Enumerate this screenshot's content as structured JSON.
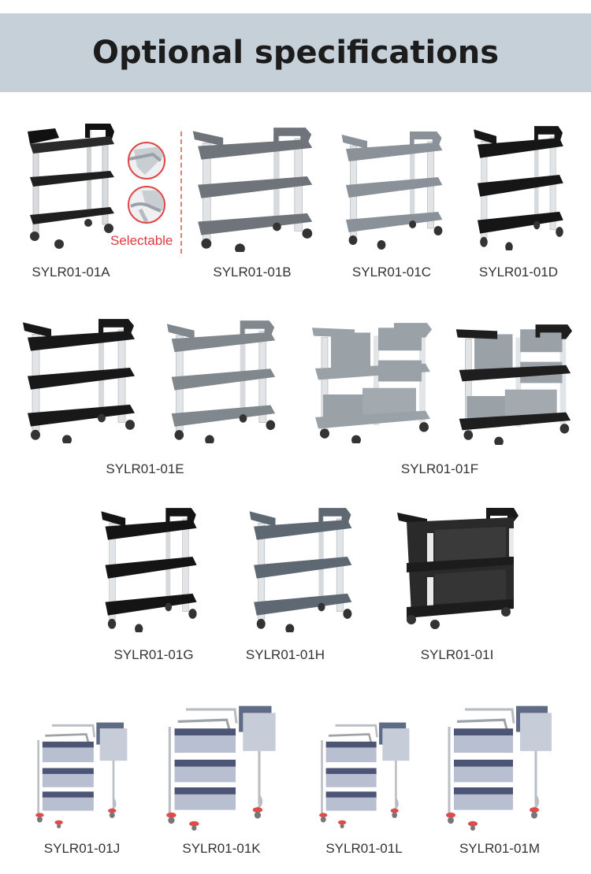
{
  "header": {
    "title": "Optional specifications"
  },
  "colors": {
    "banner_bg": "#c5d0d9",
    "accent_red": "#e0393e"
  },
  "selectable_note": {
    "label": "Selectable",
    "options": [
      "handle-style-1",
      "handle-style-2"
    ]
  },
  "products": [
    {
      "model": "SYLR01-01A",
      "color": "black",
      "type": "3-tier plastic cart"
    },
    {
      "model": "SYLR01-01B",
      "color": "gray",
      "type": "3-tier plastic cart"
    },
    {
      "model": "SYLR01-01C",
      "color": "light-gray",
      "type": "3-tier plastic cart"
    },
    {
      "model": "SYLR01-01D",
      "color": "black",
      "type": "3-tier plastic cart"
    },
    {
      "model": "SYLR01-01E",
      "color": "black",
      "type": "3-tier plastic cart"
    },
    {
      "model": "SYLR01-01F",
      "color": "gray/black",
      "type": "3-tier cart with bus tubs"
    },
    {
      "model": "SYLR01-01G",
      "color": "black",
      "type": "3-tier plastic cart"
    },
    {
      "model": "SYLR01-01H",
      "color": "blue-gray",
      "type": "3-tier plastic cart"
    },
    {
      "model": "SYLR01-01I",
      "color": "black",
      "type": "enclosed 3-tier cart"
    },
    {
      "model": "SYLR01-01J",
      "color": "stainless",
      "type": "stainless cart with bins"
    },
    {
      "model": "SYLR01-01K",
      "color": "stainless",
      "type": "stainless cart with bins"
    },
    {
      "model": "SYLR01-01L",
      "color": "stainless",
      "type": "stainless cart with bins"
    },
    {
      "model": "SYLR01-01M",
      "color": "stainless",
      "type": "stainless cart with bins"
    }
  ]
}
